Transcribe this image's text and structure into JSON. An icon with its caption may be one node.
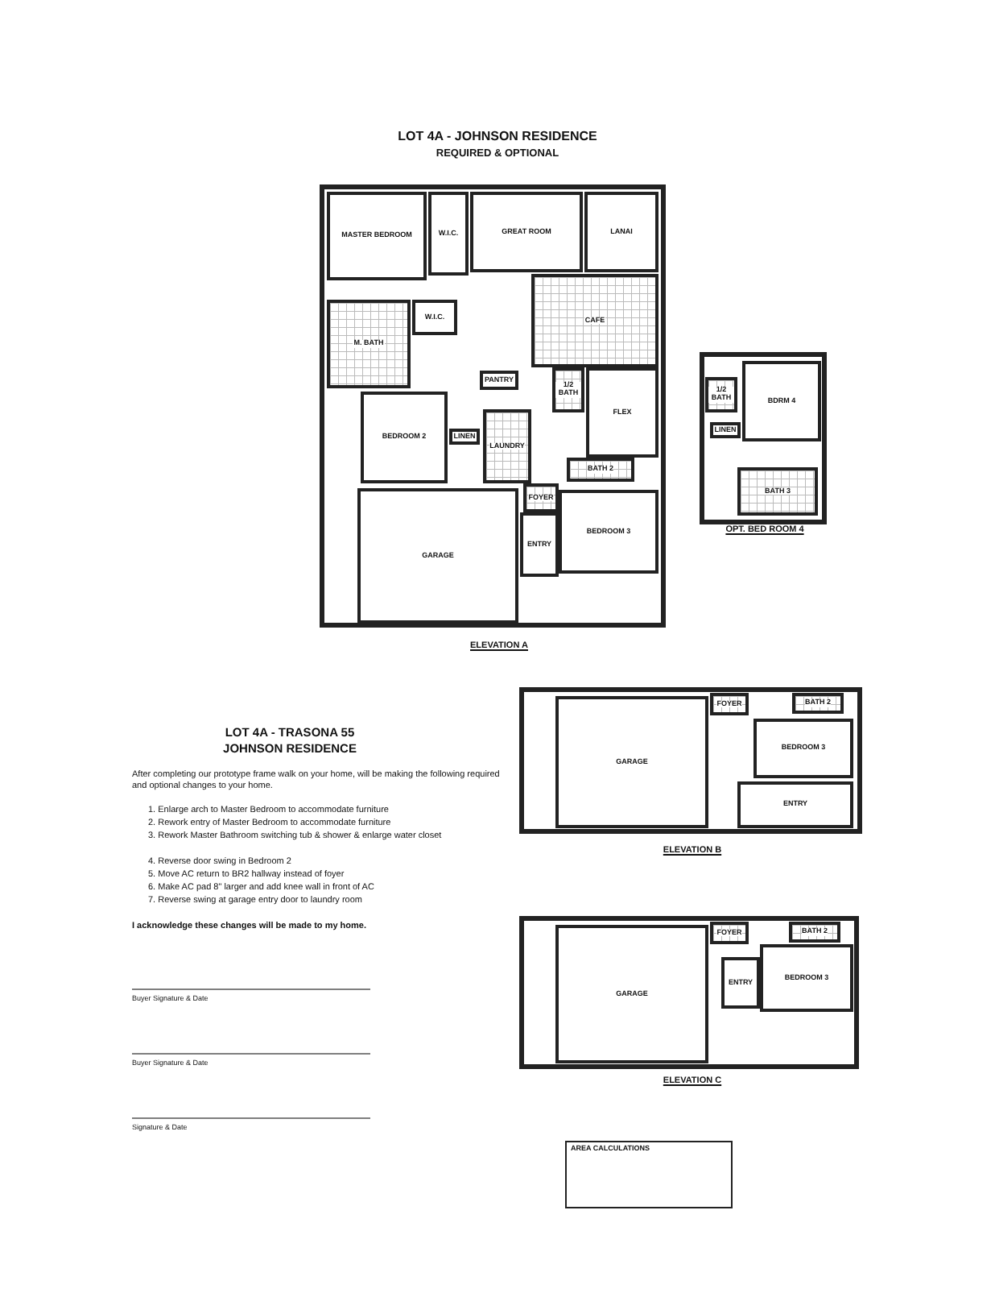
{
  "diagram": {
    "title": "LOT 4A -  JOHNSON RESIDENCE",
    "nodes": [
      {
        "text": [
          "MASTER BEDROOM"
        ]
      },
      {
        "text": [
          "W.I.C."
        ]
      },
      {
        "text": [
          "GREAT ROOM"
        ]
      },
      {
        "text": [
          "LANAI"
        ]
      },
      {
        "text": [
          "M. BATH"
        ]
      },
      {
        "text": [
          "W.I.C."
        ]
      },
      {
        "text": [
          "CAFE"
        ]
      },
      {
        "text": [
          "PANTRY"
        ]
      },
      {
        "text": [
          "1/2 BATH"
        ]
      },
      {
        "text": [
          "FLEX"
        ]
      },
      {
        "text": [
          "BEDROOM 2"
        ]
      },
      {
        "text": [
          "LINEN"
        ]
      },
      {
        "text": [
          "LAUNDRY"
        ]
      },
      {
        "text": [
          "BATH 2"
        ]
      },
      {
        "text": [
          "FOYER"
        ]
      },
      {
        "text": [
          "BEDROOM 3"
        ]
      },
      {
        "text": [
          "ENTRY"
        ]
      },
      {
        "text": [
          "GARAGE"
        ]
      },
      {
        "text": [
          "1/2 BATH"
        ]
      },
      {
        "text": [
          "BDRM 4"
        ]
      },
      {
        "text": [
          "LINEN"
        ]
      },
      {
        "text": [
          "BATH 3"
        ]
      },
      {
        "text": [
          "GARAGE"
        ]
      },
      {
        "text": [
          "FOYER"
        ]
      },
      {
        "text": [
          "BATH 2"
        ]
      },
      {
        "text": [
          "BEDROOM 3"
        ]
      },
      {
        "text": [
          "ENTRY"
        ]
      },
      {
        "text": [
          "GARAGE"
        ]
      },
      {
        "text": [
          "FOYER"
        ]
      },
      {
        "text": [
          "BATH 2"
        ]
      },
      {
        "text": [
          "ENTRY"
        ]
      },
      {
        "text": [
          "BEDROOM 3"
        ]
      },
      {
        "text": [
          "AREA CALCULATIONS"
        ]
      }
    ],
    "labels": [
      "REQUIRED & OPTIONAL",
      "ELEVATION A",
      "OPT. BED ROOM 4",
      "LOT 4A - TRASONA 55",
      "JOHNSON RESIDENCE",
      "After completing our prototype frame walk on your home, will be making the following required and optional changes to your home.",
      "1. Enlarge arch to Master Bedroom to accommodate furniture",
      "2. Rework entry of Master Bedroom to accommodate furniture",
      "3. Rework Master Bathroom switching tub & shower & enlarge water closet",
      "4. Reverse door swing in Bedroom 2",
      "5. Move AC return to BR2 hallway instead of foyer",
      "6. Make AC pad 8\" larger and add knee wall in front of AC",
      "7. Reverse swing at garage entry door to laundry room",
      "I acknowledge these changes will be made to my home.",
      "Buyer Signature & Date",
      "Buyer Signature & Date",
      "Signature & Date",
      "ELEVATION B",
      "ELEVATION C"
    ]
  }
}
